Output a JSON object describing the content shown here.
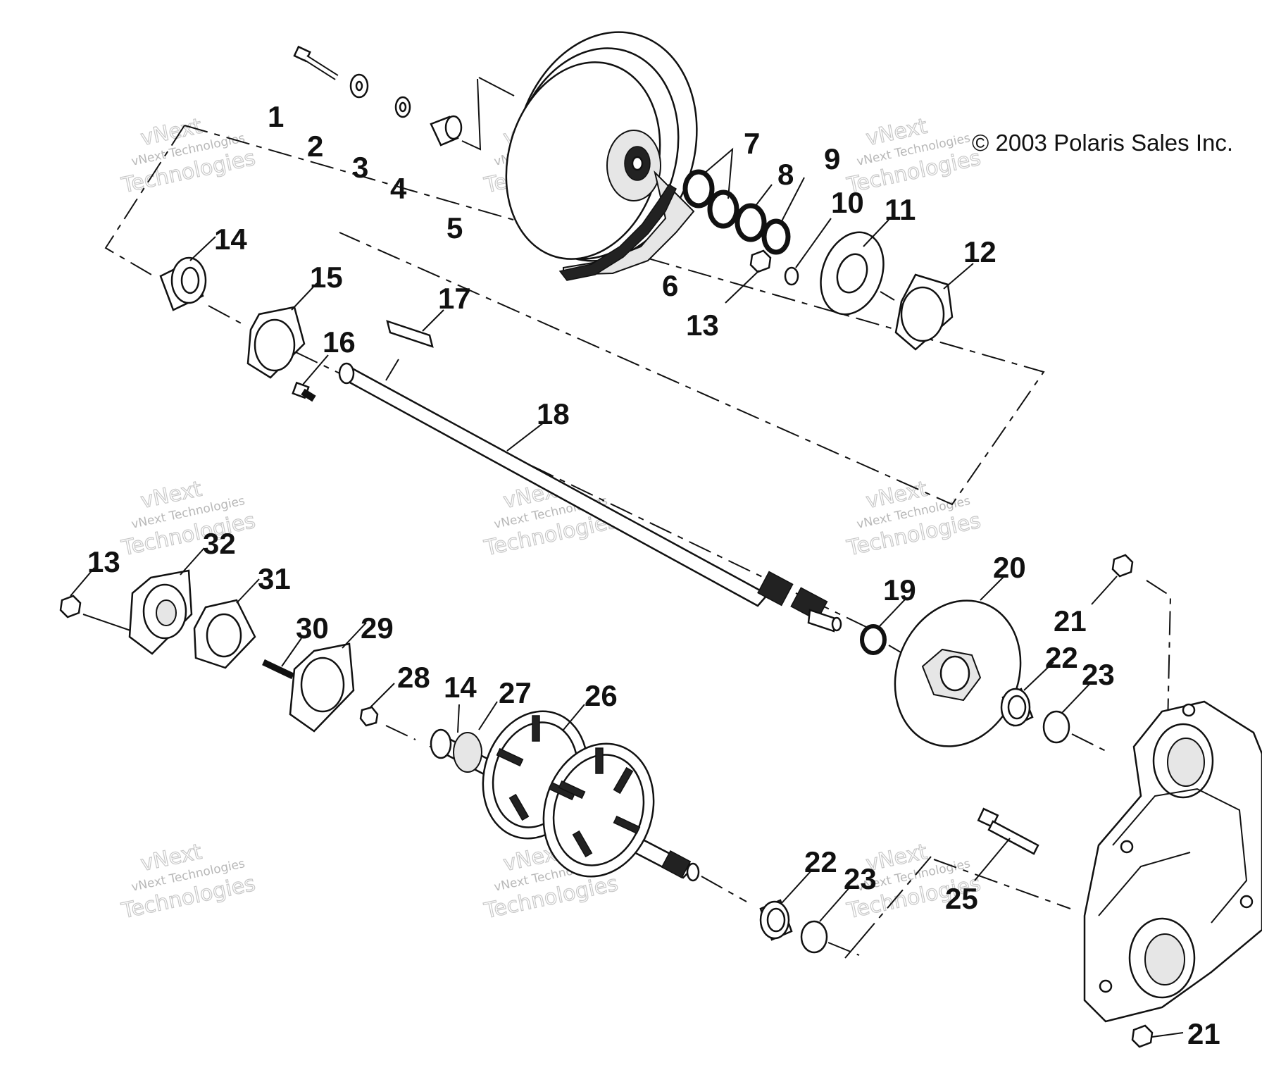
{
  "copyright": "© 2003 Polaris Sales Inc.",
  "watermark": {
    "line1": "vNext",
    "line2": "vNext Technologies",
    "line3": "Technologies"
  },
  "callouts": [
    "1",
    "2",
    "3",
    "4",
    "5",
    "6",
    "7",
    "8",
    "9",
    "10",
    "11",
    "12",
    "13",
    "14",
    "15",
    "16",
    "17",
    "18",
    "19",
    "20",
    "21",
    "22",
    "23",
    "13",
    "32",
    "31",
    "30",
    "29",
    "28",
    "14",
    "27",
    "26",
    "22",
    "23",
    "25",
    "21"
  ]
}
